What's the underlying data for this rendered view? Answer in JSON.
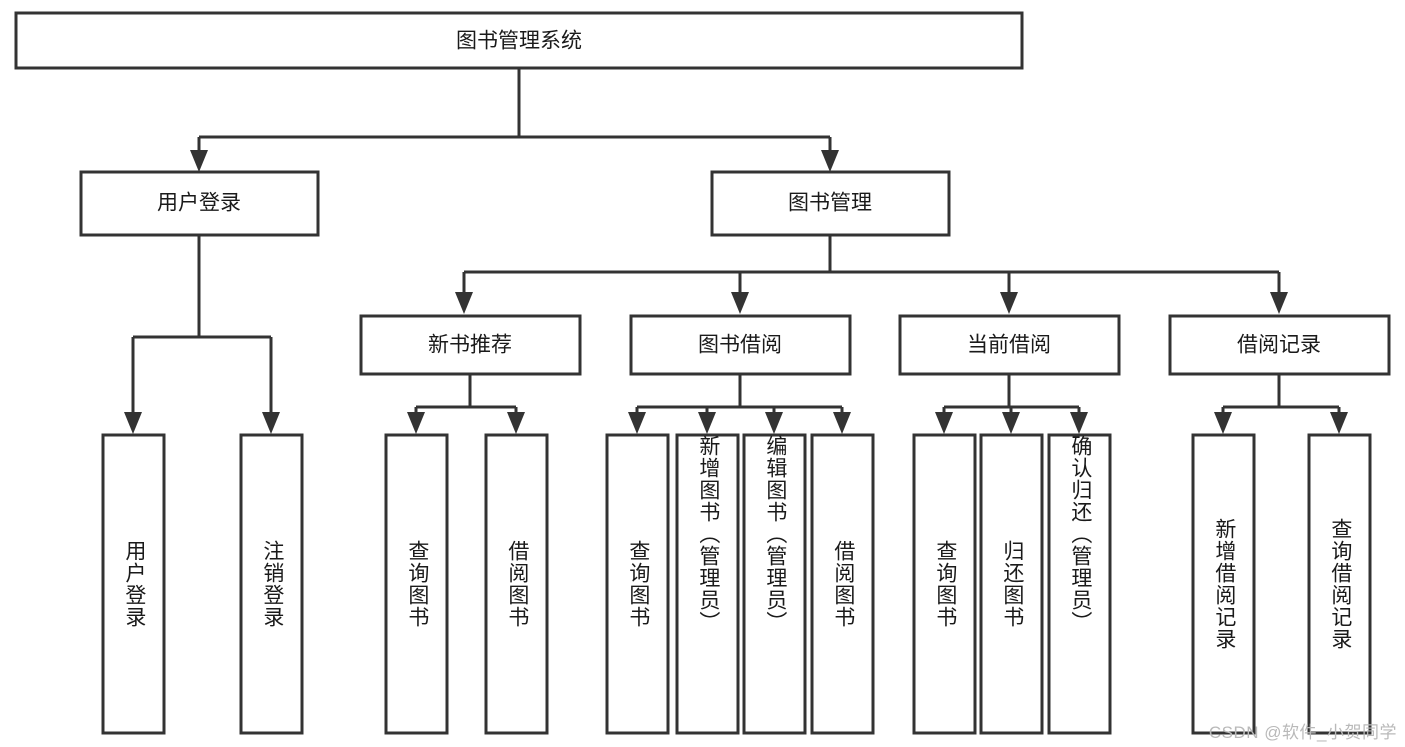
{
  "diagram": {
    "title": "图书管理系统",
    "watermark": "CSDN @软件_小贺同学",
    "colors": {
      "stroke": "#333333",
      "fill": "#ffffff",
      "text": "#1a1a1a",
      "watermark": "#b9b9b9"
    },
    "root": {
      "label": "图书管理系统"
    },
    "level2": [
      {
        "label": "用户登录"
      },
      {
        "label": "图书管理"
      }
    ],
    "level3": [
      {
        "label": "新书推荐"
      },
      {
        "label": "图书借阅"
      },
      {
        "label": "当前借阅"
      },
      {
        "label": "借阅记录"
      }
    ],
    "leaves": [
      {
        "label": "用户登录",
        "parent": "用户登录"
      },
      {
        "label": "注销登录",
        "parent": "用户登录"
      },
      {
        "label": "查询图书",
        "parent": "新书推荐"
      },
      {
        "label": "借阅图书",
        "parent": "新书推荐"
      },
      {
        "label": "查询图书",
        "parent": "图书借阅"
      },
      {
        "label": "新增图书（管理员）",
        "parent": "图书借阅"
      },
      {
        "label": "编辑图书（管理员）",
        "parent": "图书借阅"
      },
      {
        "label": "借阅图书",
        "parent": "图书借阅"
      },
      {
        "label": "查询图书",
        "parent": "当前借阅"
      },
      {
        "label": "归还图书",
        "parent": "当前借阅"
      },
      {
        "label": "确认归还（管理员）",
        "parent": "当前借阅"
      },
      {
        "label": "新增借阅记录",
        "parent": "借阅记录"
      },
      {
        "label": "查询借阅记录",
        "parent": "借阅记录"
      }
    ]
  }
}
